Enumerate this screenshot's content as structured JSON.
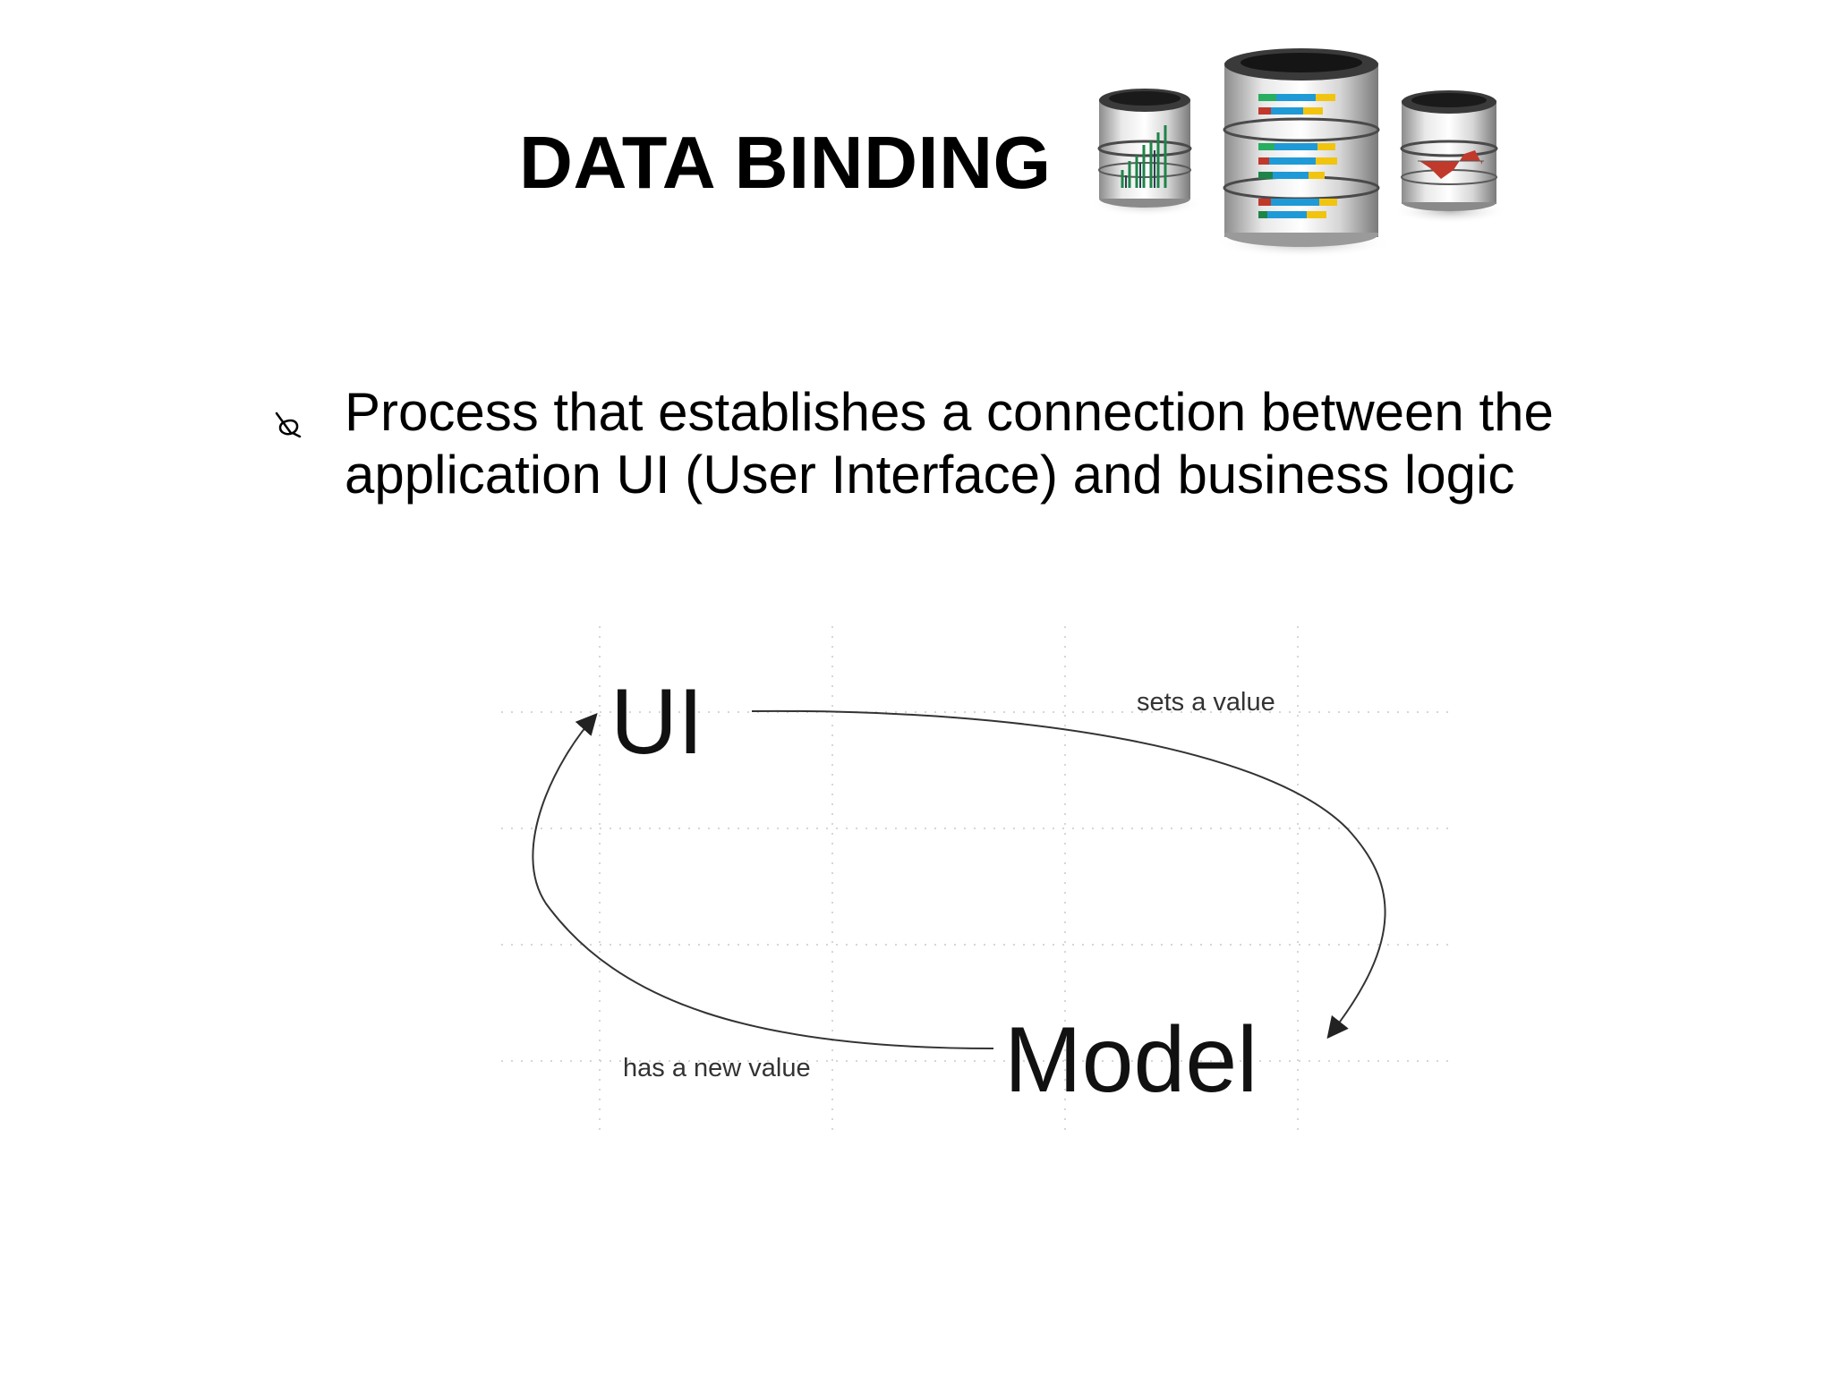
{
  "slide": {
    "title": "DATA BINDING"
  },
  "bullet": {
    "line1": "Process that establishes a connection between the",
    "line2": "application UI (User Interface) and business logic"
  },
  "diagram": {
    "ui_label": "UI",
    "model_label": "Model",
    "top_arrow_label": "sets a value",
    "bottom_arrow_label": "has a new value"
  },
  "icons": {
    "title_illustration": "database-stack-icon",
    "bullet": "bullet-glyph-icon"
  },
  "colors": {
    "text": "#000000",
    "grid": "#d9d9d9",
    "arrow": "#333333",
    "chart_red": "#c0392b",
    "chart_blue": "#1f9ad6",
    "chart_yellow": "#f1c40f",
    "chart_green": "#1e8449"
  }
}
